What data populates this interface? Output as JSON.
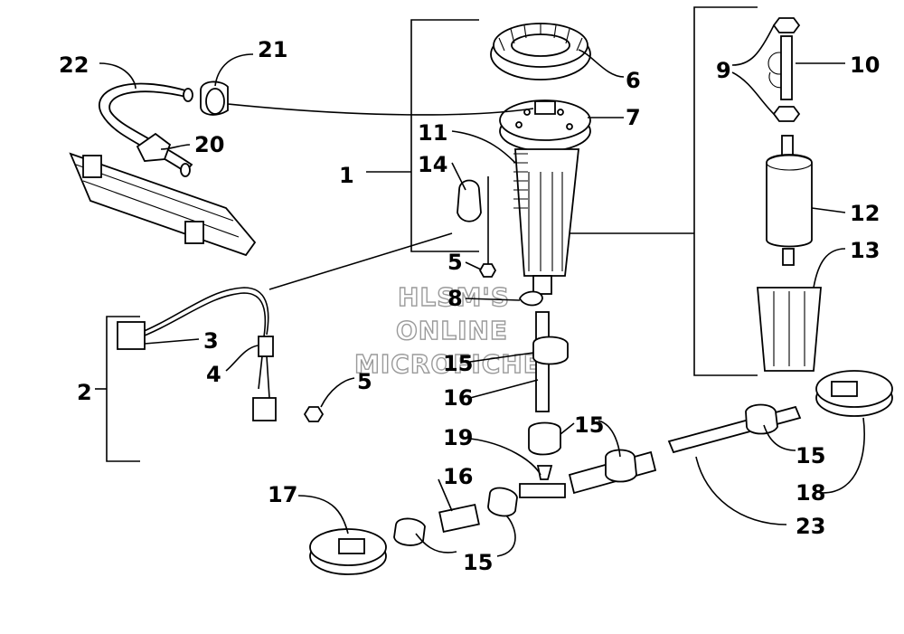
{
  "diagram": {
    "callouts": {
      "c1": "1",
      "c2": "2",
      "c3": "3",
      "c4": "4",
      "c5a": "5",
      "c5b": "5",
      "c6": "6",
      "c7": "7",
      "c8": "8",
      "c9": "9",
      "c10": "10",
      "c11": "11",
      "c12": "12",
      "c13": "13",
      "c14": "14",
      "c15a": "15",
      "c15b": "15",
      "c15c": "15",
      "c15d": "15",
      "c16a": "16",
      "c16b": "16",
      "c17": "17",
      "c18": "18",
      "c19": "19",
      "c20": "20",
      "c21": "21",
      "c22": "22",
      "c23": "23"
    },
    "watermark": [
      "HLSM'S",
      "ONLINE",
      "MICROFICHE"
    ]
  }
}
